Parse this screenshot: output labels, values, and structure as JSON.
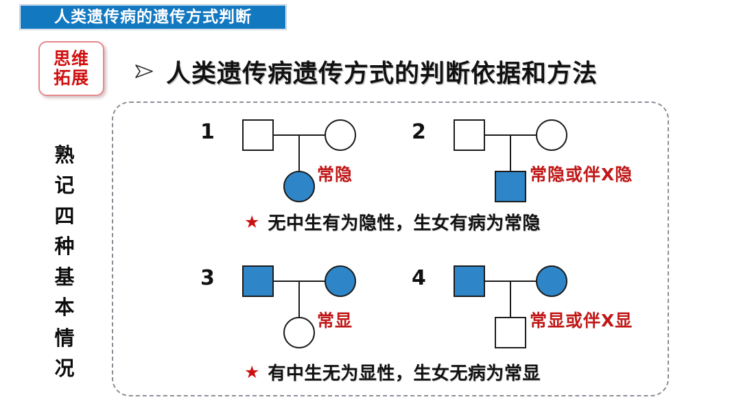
{
  "header": {
    "title": "人类遗传病的遗传方式判断",
    "bg_color": "#1278C0",
    "text_color": "#FFFFFF"
  },
  "badge": {
    "line1": "思维",
    "line2": "拓展",
    "color": "#D01010",
    "border_color": "#E8868B"
  },
  "main_heading": {
    "bullet_icon": "arrow-bullet-icon",
    "text": "人类遗传病遗传方式的判断依据和方法"
  },
  "vertical_label": {
    "chars": [
      "熟",
      "记",
      "四",
      "种",
      "基",
      "本",
      "情",
      "况"
    ]
  },
  "colors": {
    "affected_fill": "#2E86C8",
    "symbol_stroke": "#1a1a1a",
    "annotation_red": "#C01818",
    "star_red": "#CC1111",
    "dashed_border": "#8c8c96"
  },
  "pedigrees": [
    {
      "number": "1",
      "father": {
        "shape": "square",
        "affected": false
      },
      "mother": {
        "shape": "circle",
        "affected": false
      },
      "child": {
        "shape": "circle",
        "affected": true
      },
      "label": "常隐"
    },
    {
      "number": "2",
      "father": {
        "shape": "square",
        "affected": false
      },
      "mother": {
        "shape": "circle",
        "affected": false
      },
      "child": {
        "shape": "square",
        "affected": true
      },
      "label": "常隐或伴X隐"
    },
    {
      "number": "3",
      "father": {
        "shape": "square",
        "affected": true
      },
      "mother": {
        "shape": "circle",
        "affected": true
      },
      "child": {
        "shape": "circle",
        "affected": false
      },
      "label": "常显"
    },
    {
      "number": "4",
      "father": {
        "shape": "square",
        "affected": true
      },
      "mother": {
        "shape": "circle",
        "affected": true
      },
      "child": {
        "shape": "square",
        "affected": false
      },
      "label": "常显或伴X显"
    }
  ],
  "conclusions": [
    {
      "star": "★",
      "text": "无中生有为隐性，生女有病为常隐"
    },
    {
      "star": "★",
      "text": "有中生无为显性，生女无病为常显"
    }
  ]
}
